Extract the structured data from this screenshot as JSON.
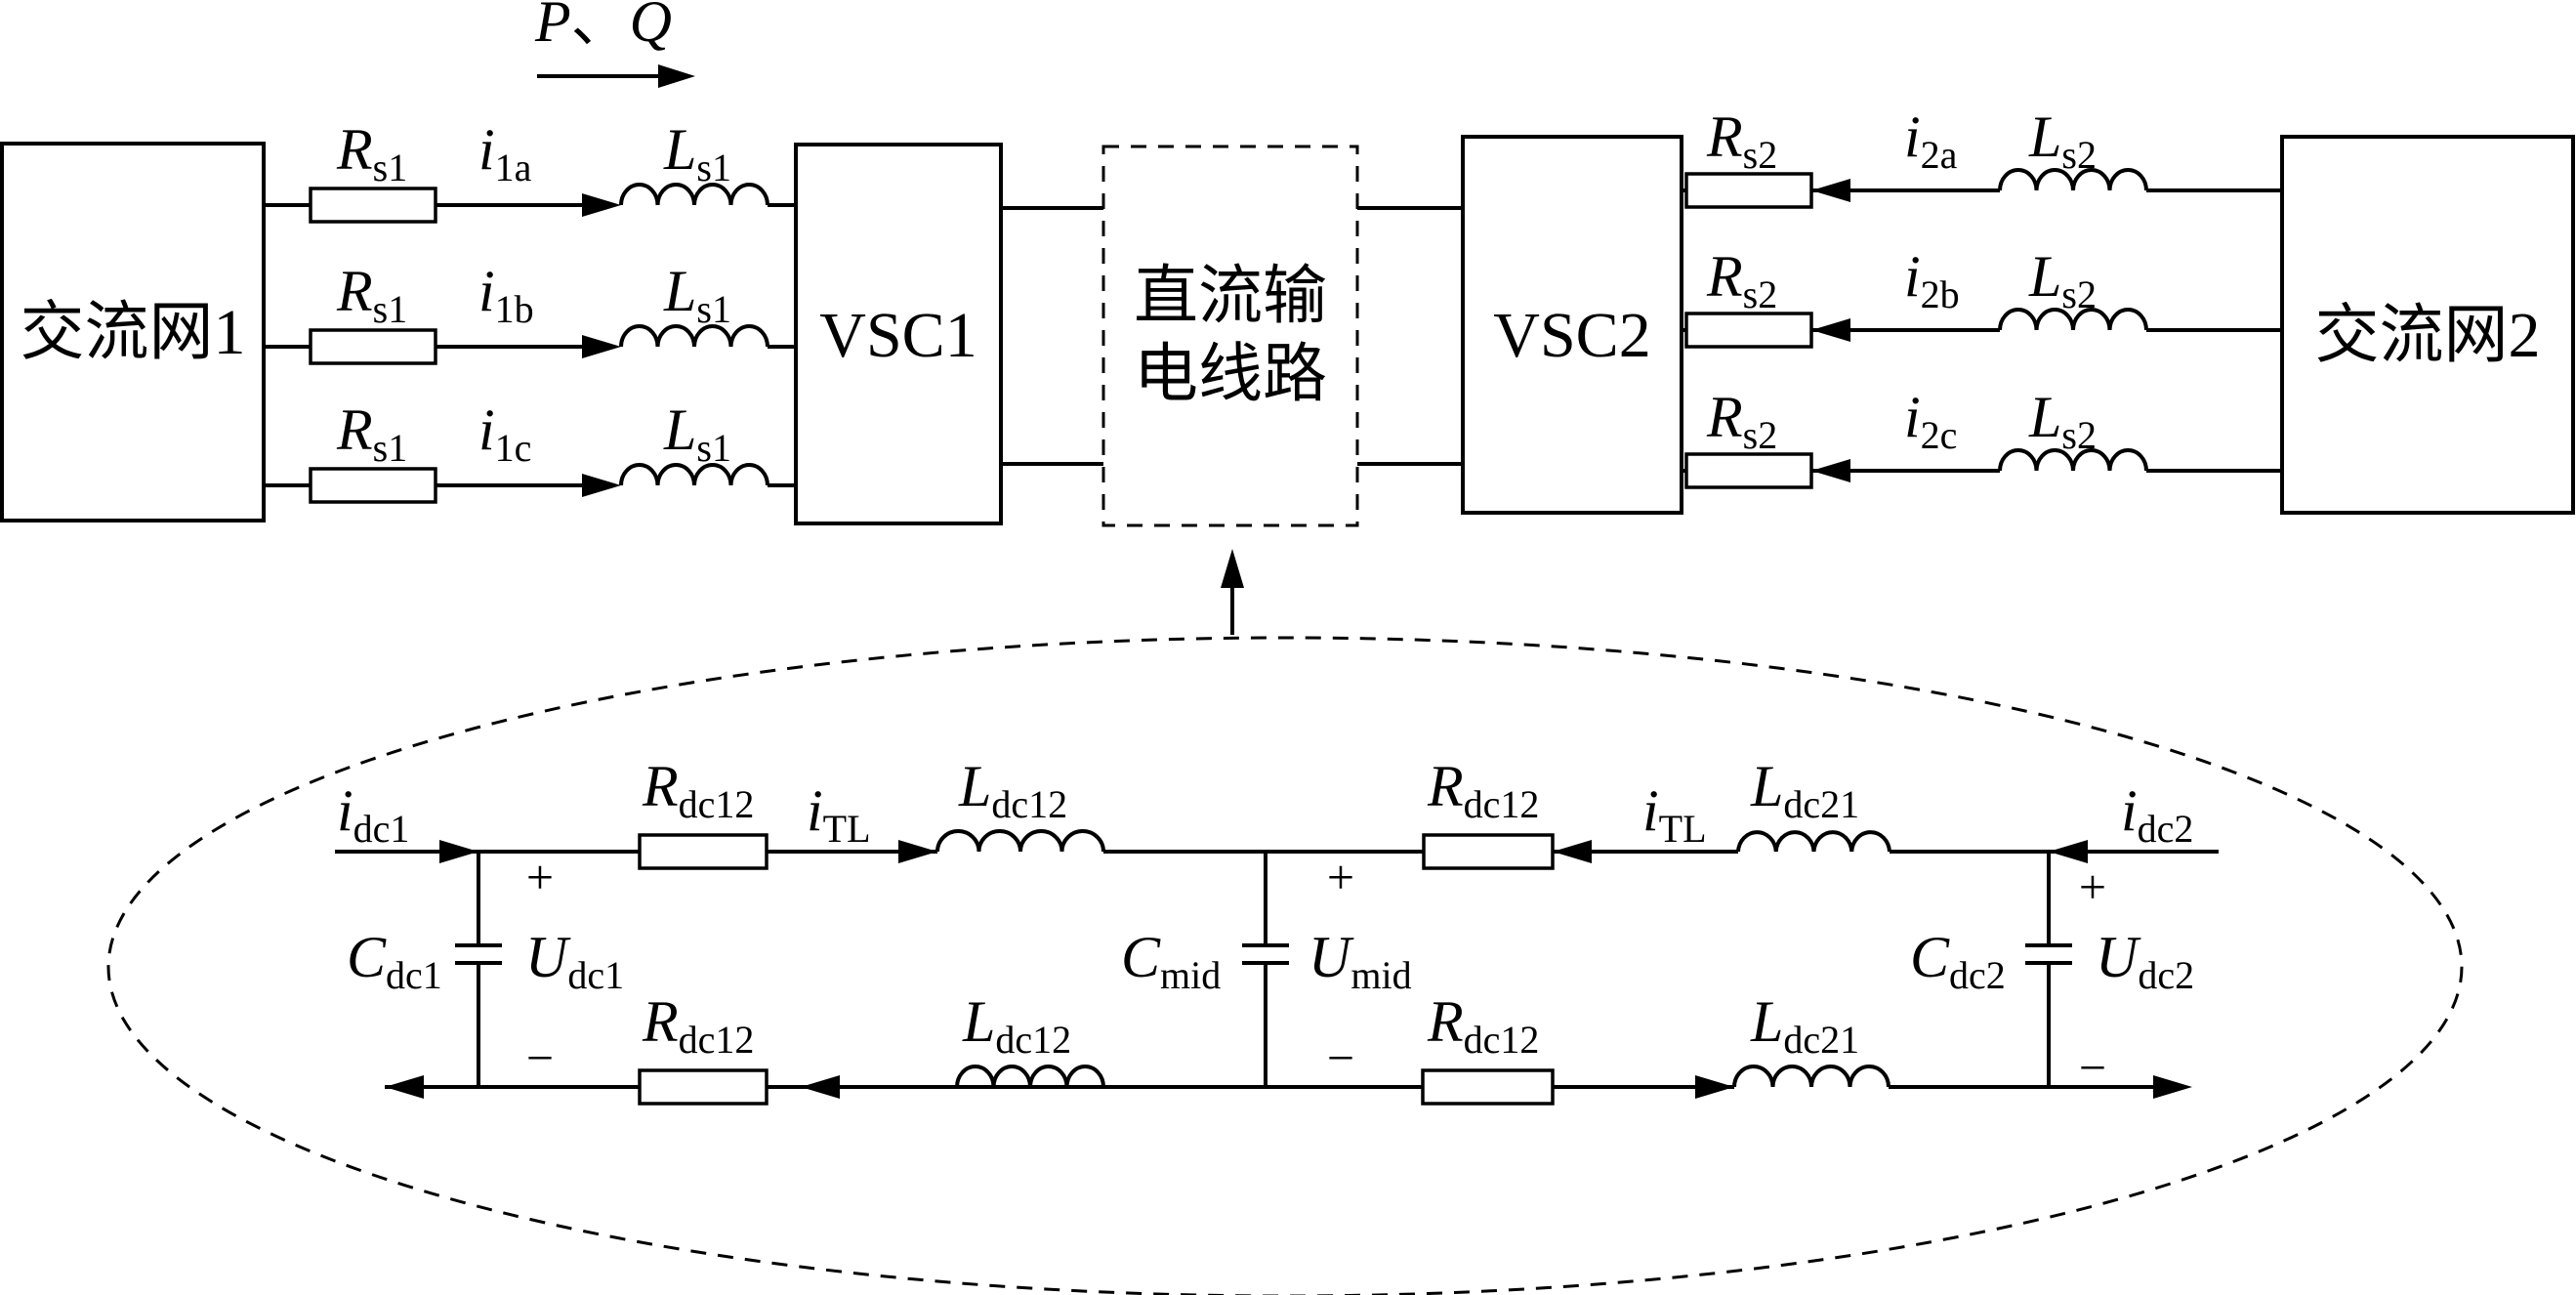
{
  "blocks": {
    "ac_grid_1": "交流网1",
    "ac_grid_2": "交流网2",
    "vsc1": "VSC1",
    "vsc2": "VSC2",
    "dc_line_1": "直流输",
    "dc_line_2": "电线路"
  },
  "power_flow": {
    "p": "P",
    "sep": "、",
    "q": "Q"
  },
  "left_ac": {
    "r": "R",
    "r_sub": "s1",
    "l": "L",
    "l_sub": "s1",
    "i": "i",
    "phases": [
      "1a",
      "1b",
      "1c"
    ]
  },
  "right_ac": {
    "r": "R",
    "r_sub": "s2",
    "l": "L",
    "l_sub": "s2",
    "i": "i",
    "phases": [
      "2a",
      "2b",
      "2c"
    ]
  },
  "dc_model": {
    "idc1": {
      "s": "i",
      "sub": "dc1"
    },
    "idc2": {
      "s": "i",
      "sub": "dc2"
    },
    "itl_left": {
      "s": "i",
      "sub": "TL"
    },
    "itl_right": {
      "s": "i",
      "sub": "TL"
    },
    "r_top_left": {
      "s": "R",
      "sub": "dc12"
    },
    "l_top_left": {
      "s": "L",
      "sub": "dc12"
    },
    "r_top_right": {
      "s": "R",
      "sub": "dc12"
    },
    "l_top_right": {
      "s": "L",
      "sub": "dc21"
    },
    "r_bot_left": {
      "s": "R",
      "sub": "dc12"
    },
    "l_bot_left": {
      "s": "L",
      "sub": "dc12"
    },
    "r_bot_right": {
      "s": "R",
      "sub": "dc12"
    },
    "l_bot_right": {
      "s": "L",
      "sub": "dc21"
    },
    "cdc1": {
      "s": "C",
      "sub": "dc1"
    },
    "cmid": {
      "s": "C",
      "sub": "mid"
    },
    "cdc2": {
      "s": "C",
      "sub": "dc2"
    },
    "udc1": {
      "s": "U",
      "sub": "dc1"
    },
    "umid": {
      "s": "U",
      "sub": "mid"
    },
    "udc2": {
      "s": "U",
      "sub": "dc2"
    },
    "plus": "+",
    "minus": "−"
  }
}
